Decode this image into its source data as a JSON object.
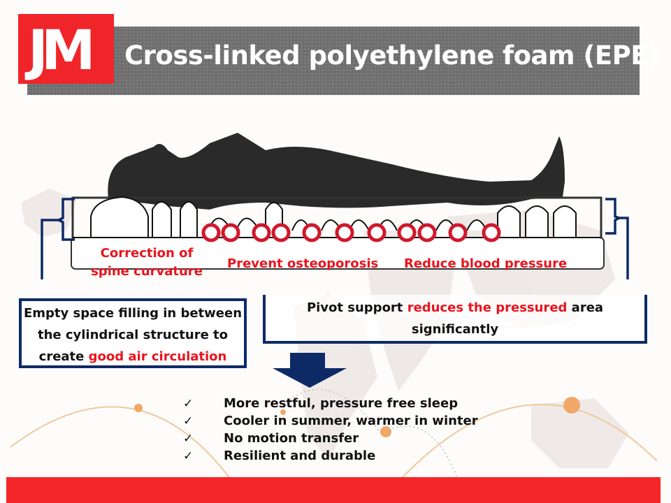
{
  "header": {
    "logo_text": "JM",
    "title": "Cross-linked polyethylene foam (EPE)"
  },
  "diagram": {
    "labels": {
      "spine_line1": "Correction of",
      "spine_line2": "spine curvature",
      "osteoporosis": "Prevent osteoporosis",
      "blood_pressure": "Reduce blood pressure"
    }
  },
  "callouts": {
    "left": {
      "line1": "Empty space filling in between",
      "line2": "the cylindrical structure to",
      "line3_prefix": "create ",
      "line3_highlight": "good air circulation"
    },
    "right": {
      "prefix": "Pivot support ",
      "highlight": "reduces the pressured",
      "suffix": " area significantly"
    }
  },
  "benefits": [
    {
      "mark": "✓",
      "text": "More restful, pressure free sleep"
    },
    {
      "mark": "✓",
      "text": "Cooler in summer, warmer in winter"
    },
    {
      "mark": "✓",
      "text": "No motion transfer"
    },
    {
      "mark": "✓",
      "text": "Resilient and durable"
    }
  ],
  "colors": {
    "brand_red": "#f0252a",
    "highlight_red": "#e8141e",
    "navy": "#0e2a66",
    "title_gray": "#6f6f6f",
    "arc_orange": "#f0a868"
  }
}
